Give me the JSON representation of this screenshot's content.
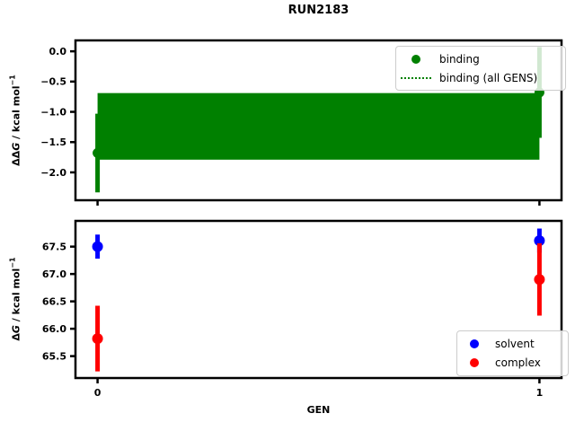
{
  "figure": {
    "title": "RUN2183",
    "xlabel": "GEN",
    "background": "#ffffff"
  },
  "top_plot": {
    "ylabel": {
      "prefix": "ΔΔ",
      "symbol": "G",
      "unit": " / kcal mol",
      "exponent": "−1"
    },
    "legend": [
      {
        "label": "binding",
        "marker": "dot",
        "color": "#008000"
      },
      {
        "label": "binding (all GENS)",
        "marker": "dotted-line",
        "color": "#008000"
      }
    ]
  },
  "bottom_plot": {
    "ylabel": {
      "prefix": "Δ",
      "symbol": "G",
      "unit": " / kcal mol",
      "exponent": "−1"
    },
    "legend": [
      {
        "label": "solvent",
        "marker": "dot",
        "color": "#0000ff"
      },
      {
        "label": "complex",
        "marker": "dot",
        "color": "#ff0000"
      }
    ]
  },
  "chart_data": [
    {
      "type": "scatter",
      "title": "RUN2183",
      "ylabel": "ΔΔG / kcal mol⁻¹",
      "x": [
        0,
        1
      ],
      "series": [
        {
          "name": "binding",
          "color": "#008000",
          "values": [
            -1.68,
            -0.68
          ],
          "yerr": [
            0.65,
            0.75
          ]
        }
      ],
      "band": {
        "name": "binding (all GENS)",
        "color": "#008000",
        "center": -1.24,
        "halfwidth": 0.55,
        "x_range": [
          0,
          1
        ]
      },
      "ylim": [
        0.18,
        -2.46
      ],
      "xlim": [
        -0.05,
        1.05
      ],
      "yticks": [
        {
          "v": 0.0,
          "label": "0.0"
        },
        {
          "v": -0.5,
          "label": "−0.5"
        },
        {
          "v": -1.0,
          "label": "−1.0"
        },
        {
          "v": -1.5,
          "label": "−1.5"
        },
        {
          "v": -2.0,
          "label": "−2.0"
        }
      ],
      "xticks": [
        {
          "v": 0,
          "label": ""
        },
        {
          "v": 1,
          "label": ""
        }
      ],
      "legend_position": "upper right",
      "grid": false
    },
    {
      "type": "scatter",
      "xlabel": "GEN",
      "ylabel": "ΔG / kcal mol⁻¹",
      "x": [
        0,
        1
      ],
      "series": [
        {
          "name": "solvent",
          "color": "#0000ff",
          "values": [
            67.5,
            67.61
          ],
          "yerr": [
            0.22,
            0.22
          ]
        },
        {
          "name": "complex",
          "color": "#ff0000",
          "values": [
            65.82,
            66.9
          ],
          "yerr": [
            0.6,
            0.66
          ]
        }
      ],
      "ylim": [
        67.97,
        65.1
      ],
      "xlim": [
        -0.05,
        1.05
      ],
      "yticks": [
        {
          "v": 67.5,
          "label": "67.5"
        },
        {
          "v": 67.0,
          "label": "67.0"
        },
        {
          "v": 66.5,
          "label": "66.5"
        },
        {
          "v": 66.0,
          "label": "66.0"
        },
        {
          "v": 65.5,
          "label": "65.5"
        }
      ],
      "xticks": [
        {
          "v": 0,
          "label": "0"
        },
        {
          "v": 1,
          "label": "1"
        }
      ],
      "legend_position": "lower right",
      "grid": false
    }
  ]
}
